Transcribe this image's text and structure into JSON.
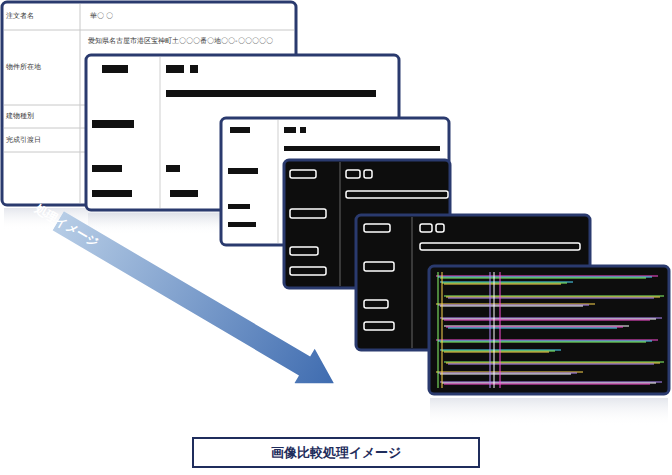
{
  "diagram": {
    "caption": "画像比較処理イメージ",
    "nodes": [
      {
        "text": [
          "処理イメージ"
        ]
      }
    ],
    "labels": [
      "注文者名",
      "華〇 〇",
      "愛知県名古屋市港区宝神町土〇〇〇番〇地〇〇-〇〇〇〇〇",
      "物件所在地",
      "建物種別",
      "完成引渡日"
    ]
  }
}
